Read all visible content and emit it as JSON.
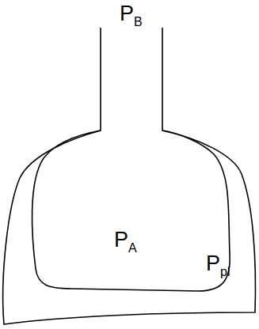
{
  "diagram": {
    "labels": [
      "PB",
      "PA",
      "Ppl"
    ]
  }
}
